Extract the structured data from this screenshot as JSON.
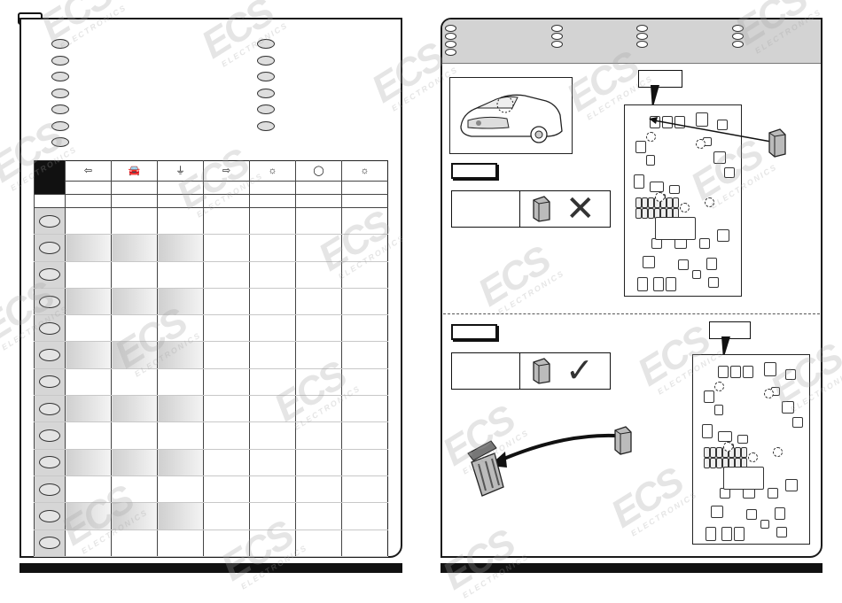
{
  "watermark": {
    "brand": "ECS",
    "sub": "ELECTRONICS"
  },
  "left_page": {
    "top_ovals_left_count": 7,
    "top_ovals_right_count": 6,
    "table": {
      "header_icons": [
        {
          "name": "left-arrow-icon",
          "glyph": "⇦"
        },
        {
          "name": "car-rear-light-icon",
          "glyph": "🚘"
        },
        {
          "name": "ground-icon",
          "glyph": "⏚"
        },
        {
          "name": "right-arrow-icon",
          "glyph": "⇨"
        },
        {
          "name": "bulb-icon",
          "glyph": "☼"
        },
        {
          "name": "circle-icon",
          "glyph": "◯"
        },
        {
          "name": "bulb-icon-2",
          "glyph": "☼"
        }
      ],
      "row_count": 13
    }
  },
  "right_page": {
    "header_ovals_columns": 4,
    "top_section": {
      "result": "✕"
    },
    "bottom_section": {
      "result": "✓"
    }
  }
}
